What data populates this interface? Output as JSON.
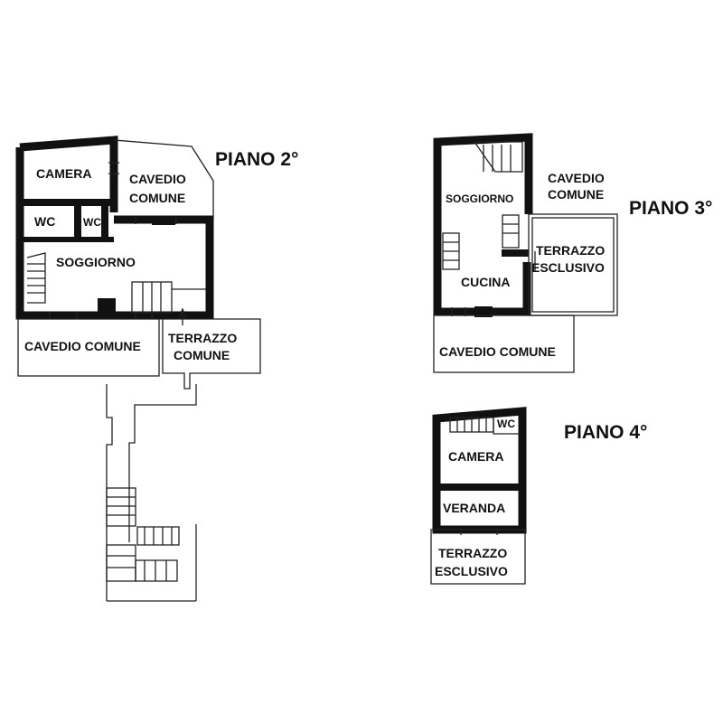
{
  "floors": [
    {
      "title": "PIANO 2°",
      "rooms": {
        "camera": "CAMERA",
        "cavedio_top": [
          "CAVEDIO",
          "COMUNE"
        ],
        "wc_left": "WC",
        "wc_right": "WC",
        "soggiorno": "SOGGIORNO",
        "cavedio_bottom": "CAVEDIO COMUNE",
        "terrazzo": [
          "TERRAZZO",
          "COMUNE"
        ]
      }
    },
    {
      "title": "PIANO 3°",
      "rooms": {
        "cavedio_top": [
          "CAVEDIO",
          "COMUNE"
        ],
        "soggiorno": "SOGGIORNO",
        "terrazzo": [
          "TERRAZZO",
          "ESCLUSIVO"
        ],
        "cucina": "CUCINA",
        "cavedio_bottom": "CAVEDIO COMUNE"
      }
    },
    {
      "title": "PIANO 4°",
      "rooms": {
        "wc": "WC",
        "camera": "CAMERA",
        "veranda": "VERANDA",
        "terrazzo": [
          "TERRAZZO",
          "ESCLUSIVO"
        ]
      }
    }
  ]
}
